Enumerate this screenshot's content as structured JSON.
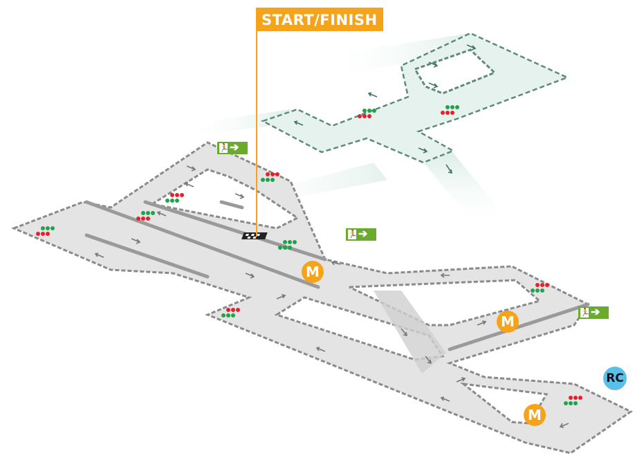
{
  "start_finish": {
    "label": "START/FINISH"
  },
  "markers": {
    "marshal_label": "M",
    "race_control_label": "RC"
  },
  "exit_sign": {
    "arrow": "➔",
    "icon": "running-man-exit-icon"
  },
  "colors": {
    "accent": "#f5a31a",
    "exit_green": "#6aab2e",
    "race_control": "#5bc0e8",
    "light_red": "#e8202a",
    "light_green": "#1fa34a"
  }
}
